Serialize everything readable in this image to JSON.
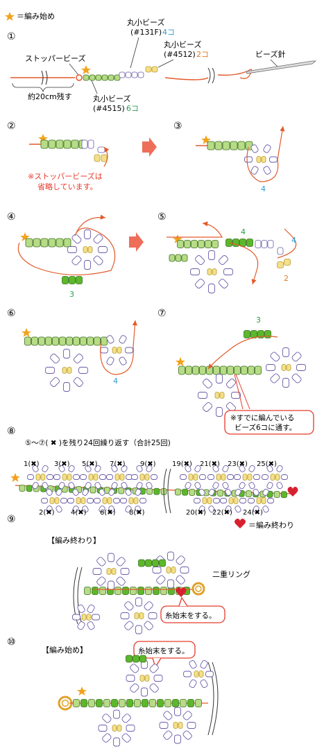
{
  "legend": {
    "star_label": "＝編み始め",
    "heart_label": "＝編み終わり"
  },
  "steps": [
    "①",
    "②",
    "③",
    "④",
    "⑤",
    "⑥",
    "⑦",
    "⑧",
    "⑨",
    "⑩"
  ],
  "step1": {
    "stopper_label": "ストッパービーズ",
    "leave_label": "約20cm残す",
    "needle_label": "ビーズ針",
    "bead_131f": {
      "name": "丸小ビーズ",
      "code": "(#131F)",
      "count": "4コ"
    },
    "bead_4512": {
      "name": "丸小ビーズ",
      "code": "(#4512)",
      "count": "2コ"
    },
    "bead_4515": {
      "name": "丸小ビーズ",
      "code": "(#4515)",
      "count": "6コ"
    }
  },
  "step2": {
    "note_line1": "※ストッパービーズは",
    "note_line2": "省略しています。"
  },
  "counts": {
    "s3": "4",
    "s4": "3",
    "s5a": "4",
    "s5b": "4",
    "s5c": "2",
    "s6": "4",
    "s7": "3"
  },
  "step7": {
    "note_line1": "※すでに編んでいる",
    "note_line2": "ビーズ6コに通す。"
  },
  "step8": {
    "instruction": "⑤～⑦( ✖ )を残り24回繰り返す（合計25回)",
    "top_labels": [
      "1(✖)",
      "3(✖)",
      "5(✖)",
      "7(✖)",
      "9(✖)",
      "19(✖)",
      "21(✖)",
      "23(✖)",
      "25(✖)"
    ],
    "bottom_labels": [
      "2(✖)",
      "4(✖)",
      "6(✖)",
      "8(✖)",
      "20(✖)",
      "22(✖)",
      "24(✖)"
    ]
  },
  "step9": {
    "title": "【編み終わり】",
    "ring_label": "二重リング",
    "note": "糸始末をする。"
  },
  "step10": {
    "title": "【編み始め】",
    "note": "糸始末をする。"
  },
  "colors": {
    "bead_green": "#5BB82A",
    "bead_light_green": "#B7DB86",
    "bead_white": "#FFFFFF",
    "bead_yellow": "#F4E08A",
    "thread": "#E25A2A",
    "outline": "#6A5AA8",
    "star": "#F2A21B",
    "heart": "#D82030",
    "arrow": "#EE6E5A",
    "label_blue": "#2F9CD0",
    "label_orange": "#E07A22",
    "label_green": "#2E9B4E",
    "note_red": "#E53A2A"
  }
}
